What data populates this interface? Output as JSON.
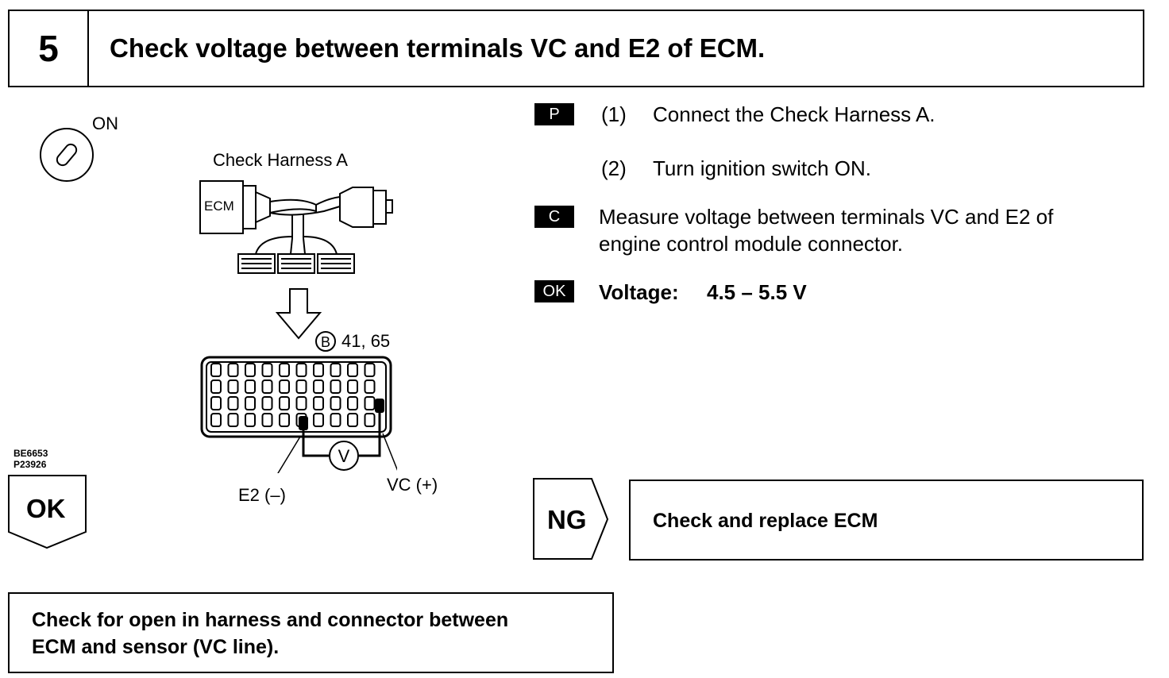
{
  "step": {
    "number": "5",
    "title": "Check voltage between terminals VC and E2 of ECM."
  },
  "diagram": {
    "ignition_label": "ON",
    "harness_label": "Check Harness A",
    "ecm_label": "ECM",
    "connector_label": "41, 65",
    "connector_letter": "B",
    "e2_label": "E2 (–)",
    "vc_label": "VC (+)",
    "meter_symbol": "V",
    "codes": [
      "BE6653",
      "P23926"
    ]
  },
  "instructions": {
    "prep_badge": "P",
    "prep_steps": [
      {
        "num": "(1)",
        "text": "Connect the Check Harness A."
      },
      {
        "num": "(2)",
        "text": "Turn ignition switch ON."
      }
    ],
    "check_badge": "C",
    "check_lines": [
      "Measure voltage between terminals VC and E2 of",
      "engine control module connector."
    ],
    "ok_badge": "OK",
    "spec_label": "Voltage:",
    "spec_value": "4.5 – 5.5 V"
  },
  "flow": {
    "ok_label": "OK",
    "ng_label": "NG",
    "ng_result": "Check and replace ECM",
    "ok_result": "Check for open in harness and connector between\nECM and sensor (VC line)."
  }
}
